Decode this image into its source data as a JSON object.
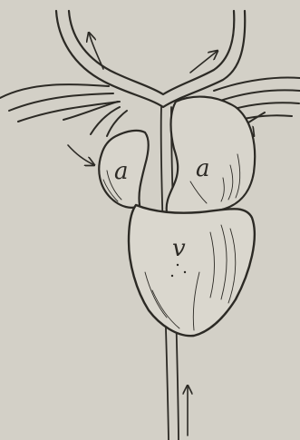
{
  "figure": {
    "background": "#d3d0c7",
    "ink": "#2c2a25",
    "labels": {
      "atrium_left": "a",
      "atrium_right": "a",
      "ventricle": "v"
    }
  }
}
